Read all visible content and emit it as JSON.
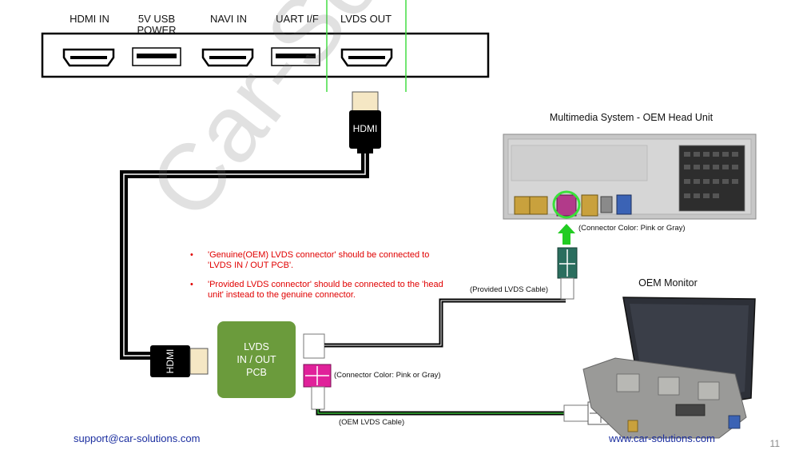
{
  "ports": [
    {
      "label": "HDMI IN",
      "icon": "hdmi-port-icon"
    },
    {
      "label": "5V USB POWER",
      "icon": "usb-port-icon"
    },
    {
      "label": "NAVI IN",
      "icon": "hdmi-port-icon"
    },
    {
      "label": "UART I/F",
      "icon": "usb-port-icon"
    },
    {
      "label": "LVDS OUT",
      "icon": "hdmi-port-icon"
    }
  ],
  "hdmi_connector_label": "HDMI",
  "head_unit_title": "Multimedia System - OEM Head Unit",
  "monitor_title": "OEM Monitor",
  "pcb_label": [
    "LVDS",
    "IN / OUT",
    "PCB"
  ],
  "notes": [
    "'Genuine(OEM) LVDS connector' should be connected to 'LVDS IN / OUT PCB'.",
    "'Provided LVDS connector' should be connected to the 'head unit' instead to the genuine connector."
  ],
  "bullet_char": "•",
  "connector_color_note": "(Connector Color: Pink or Gray)",
  "provided_cable_label": "(Provided LVDS Cable)",
  "oem_cable_label": "(OEM LVDS Cable)",
  "footer_left": "support@car-solutions.com",
  "footer_right": "www.car-solutions.com",
  "page_number": "11",
  "watermark": "Car-Solutions.com",
  "colors": {
    "highlight_green": "#44dd44",
    "pcb_green": "#6b9b3c",
    "pink": "#e0219a",
    "teal": "#2a6e5e",
    "cable": "#000000"
  }
}
